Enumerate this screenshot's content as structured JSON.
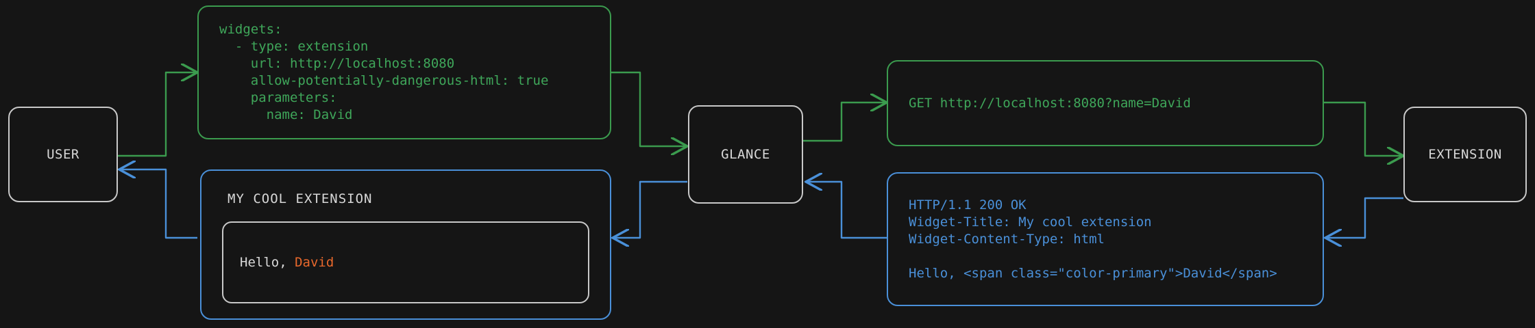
{
  "theme": {
    "background": "#151515",
    "green": "#3b9b4e",
    "green_text": "#3fa75a",
    "blue": "#4a90d9",
    "neutral": "#c9c9c9",
    "text_light": "#d8d8d8",
    "accent_orange": "#e8682c"
  },
  "nodes": {
    "user": {
      "label": "USER"
    },
    "glance": {
      "label": "GLANCE"
    },
    "extension": {
      "label": "EXTENSION"
    }
  },
  "panels": {
    "config_yaml": {
      "lines": [
        "widgets:",
        "  - type: extension",
        "    url: http://localhost:8080",
        "    allow-potentially-dangerous-html: true",
        "    parameters:",
        "      name: David"
      ],
      "text": "widgets:\n  - type: extension\n    url: http://localhost:8080\n    allow-potentially-dangerous-html: true\n    parameters:\n      name: David"
    },
    "http_request": {
      "lines": [
        "GET http://localhost:8080?name=David"
      ],
      "text": "GET http://localhost:8080?name=David"
    },
    "http_response": {
      "lines": [
        "HTTP/1.1 200 OK",
        "Widget-Title: My cool extension",
        "Widget-Content-Type: html",
        "",
        "Hello, <span class=\"color-primary\">David</span>"
      ],
      "head_text": "HTTP/1.1 200 OK\nWidget-Title: My cool extension\nWidget-Content-Type: html",
      "body_text": "Hello, <span class=\"color-primary\">David</span>"
    },
    "rendered_widget": {
      "title": "MY COOL EXTENSION",
      "greeting_prefix": "Hello, ",
      "greeting_name": "David"
    }
  },
  "connectors": [
    {
      "name": "user-to-config",
      "color": "#3b9b4e",
      "direction": "right"
    },
    {
      "name": "config-to-glance",
      "color": "#3b9b4e",
      "direction": "right"
    },
    {
      "name": "glance-to-request",
      "color": "#3b9b4e",
      "direction": "right"
    },
    {
      "name": "request-to-extension",
      "color": "#3b9b4e",
      "direction": "right"
    },
    {
      "name": "extension-to-response",
      "color": "#4a90d9",
      "direction": "left"
    },
    {
      "name": "response-to-glance",
      "color": "#4a90d9",
      "direction": "left"
    },
    {
      "name": "glance-to-widget",
      "color": "#4a90d9",
      "direction": "left"
    },
    {
      "name": "widget-to-user",
      "color": "#4a90d9",
      "direction": "left"
    }
  ]
}
